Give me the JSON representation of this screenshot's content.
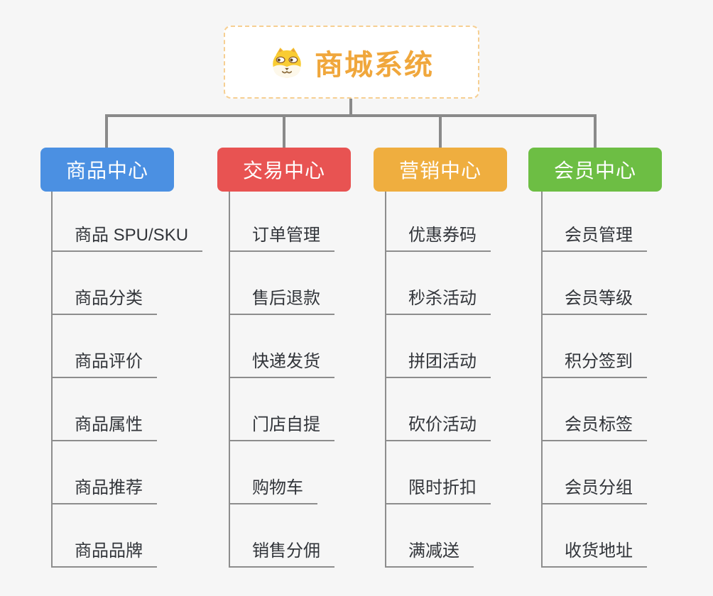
{
  "page": {
    "background": "#f6f6f6"
  },
  "connectors": {
    "color": "#8a8a8a"
  },
  "root": {
    "title": "商城系统",
    "accent_color": "#f0a73c",
    "border_color": "#f6cf92",
    "icon": "shiba-dog-icon"
  },
  "branches": [
    {
      "label": "商品中心",
      "color": "#4b90e2",
      "items": [
        "商品 SPU/SKU",
        "商品分类",
        "商品评价",
        "商品属性",
        "商品推荐",
        "商品品牌"
      ]
    },
    {
      "label": "交易中心",
      "color": "#e85352",
      "items": [
        "订单管理",
        "售后退款",
        "快递发货",
        "门店自提",
        "购物车",
        "销售分佣"
      ]
    },
    {
      "label": "营销中心",
      "color": "#efae3f",
      "items": [
        "优惠券码",
        "秒杀活动",
        "拼团活动",
        "砍价活动",
        "限时折扣",
        "满减送"
      ]
    },
    {
      "label": "会员中心",
      "color": "#6dbe44",
      "items": [
        "会员管理",
        "会员等级",
        "积分签到",
        "会员标签",
        "会员分组",
        "收货地址"
      ]
    }
  ]
}
